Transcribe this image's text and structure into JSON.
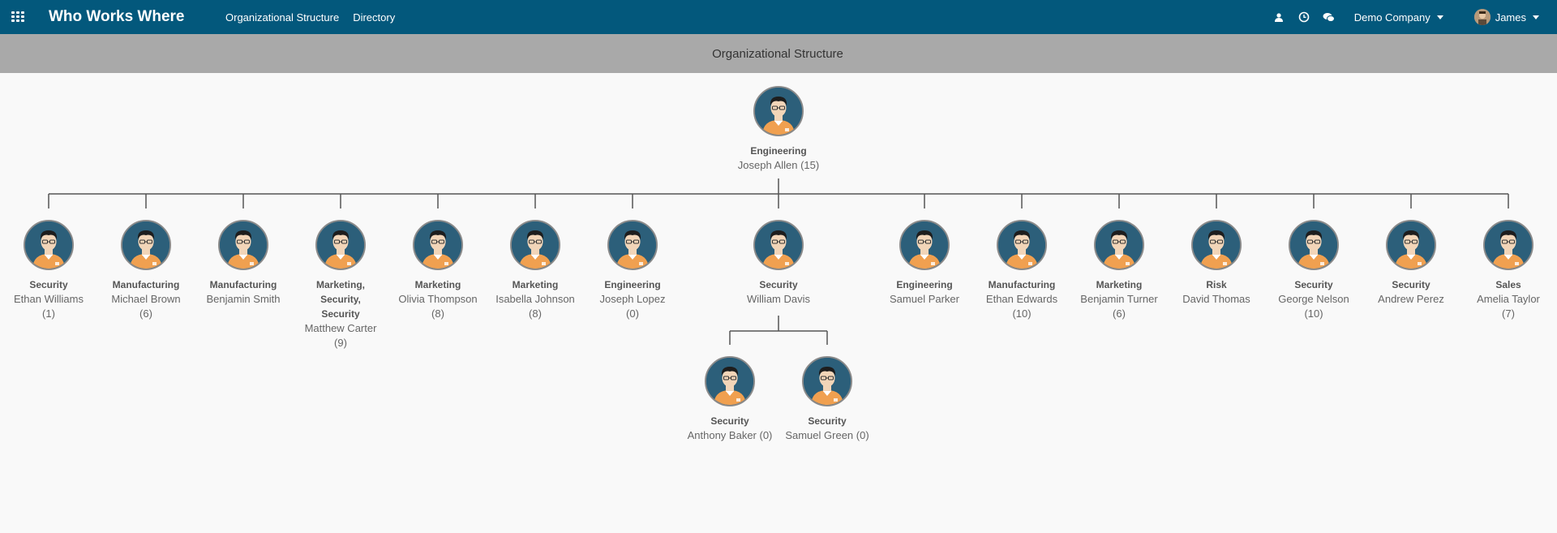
{
  "navbar": {
    "brand": "Who Works Where",
    "menu": [
      "Organizational Structure",
      "Directory"
    ],
    "company": "Demo Company",
    "user": "James"
  },
  "control_panel": {
    "title": "Organizational Structure"
  },
  "root": {
    "dept": "Engineering",
    "name": "Joseph Allen (15)"
  },
  "level1": [
    {
      "dept": "Security",
      "name": "Ethan Williams",
      "count": "(1)"
    },
    {
      "dept": "Manufacturing",
      "name": "Michael Brown",
      "count": "(6)"
    },
    {
      "dept": "Manufacturing",
      "name": "Benjamin Smith",
      "count": ""
    },
    {
      "dept": "Marketing, Security, Security",
      "name": "Matthew Carter (9)",
      "count": ""
    },
    {
      "dept": "Marketing",
      "name": "Olivia Thompson",
      "count": "(8)"
    },
    {
      "dept": "Marketing",
      "name": "Isabella Johnson",
      "count": "(8)"
    },
    {
      "dept": "Engineering",
      "name": "Joseph Lopez",
      "count": "(0)"
    },
    {
      "dept": "Security",
      "name": "William Davis",
      "count": ""
    },
    {
      "dept": "Engineering",
      "name": "Samuel Parker",
      "count": ""
    },
    {
      "dept": "Manufacturing",
      "name": "Ethan Edwards",
      "count": "(10)"
    },
    {
      "dept": "Marketing",
      "name": "Benjamin Turner",
      "count": "(6)"
    },
    {
      "dept": "Risk",
      "name": "David Thomas",
      "count": ""
    },
    {
      "dept": "Security",
      "name": "George Nelson",
      "count": "(10)"
    },
    {
      "dept": "Security",
      "name": "Andrew Perez",
      "count": ""
    },
    {
      "dept": "Sales",
      "name": "Amelia Taylor",
      "count": "(7)"
    }
  ],
  "level2": [
    {
      "dept": "Security",
      "name": "Anthony Baker (0)"
    },
    {
      "dept": "Security",
      "name": "Samuel Green (0)"
    }
  ]
}
